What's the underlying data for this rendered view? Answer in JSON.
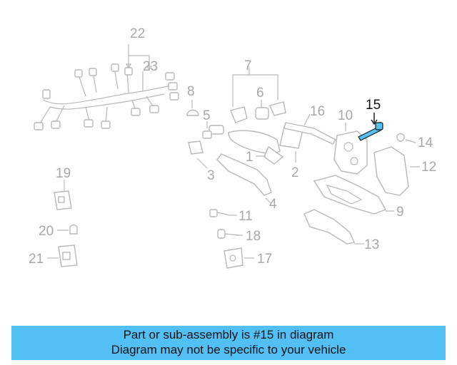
{
  "callouts": {
    "c1": "1",
    "c2": "2",
    "c3": "3",
    "c4": "4",
    "c5": "5",
    "c6": "6",
    "c7": "7",
    "c8": "8",
    "c9": "9",
    "c10": "10",
    "c11": "11",
    "c12": "12",
    "c13": "13",
    "c14": "14",
    "c15": "15",
    "c16": "16",
    "c17": "17",
    "c18": "18",
    "c19": "19",
    "c20": "20",
    "c21": "21",
    "c22": "22",
    "c23": "23"
  },
  "highlighted_part": "15",
  "colors": {
    "banner": "#52c0f4",
    "highlight": "#55c1ee",
    "parts": "#b8b8b8"
  },
  "footer": {
    "line1": "Part or sub-assembly is #15 in diagram",
    "line2": "Diagram may not be specific to your vehicle"
  }
}
